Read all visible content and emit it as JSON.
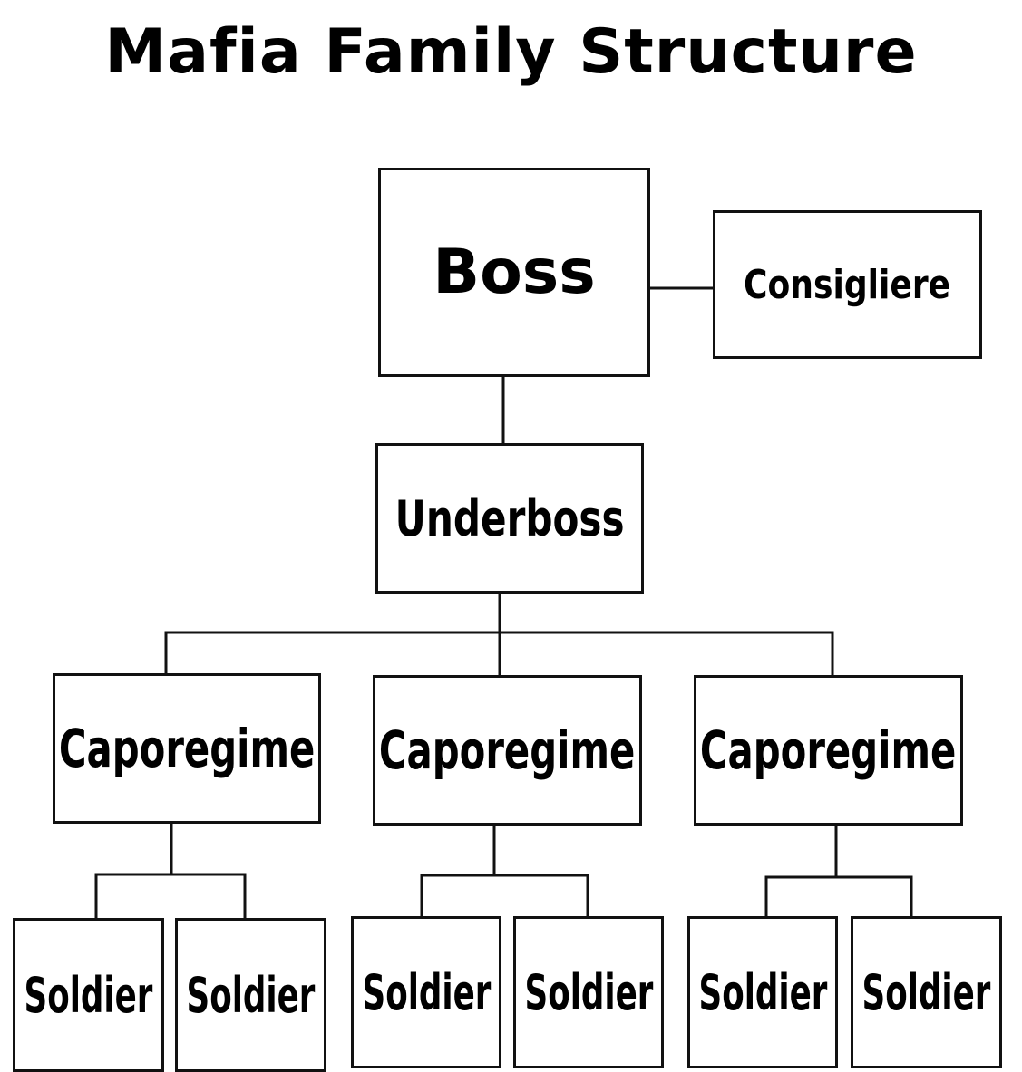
{
  "title": "Mafia Family Structure",
  "nodes": {
    "boss": "Boss",
    "consigliere": "Consigliere",
    "underboss": "Underboss",
    "caporegimes": [
      "Caporegime",
      "Caporegime",
      "Caporegime"
    ],
    "soldiers": [
      "Soldier",
      "Soldier",
      "Soldier",
      "Soldier",
      "Soldier",
      "Soldier"
    ]
  }
}
